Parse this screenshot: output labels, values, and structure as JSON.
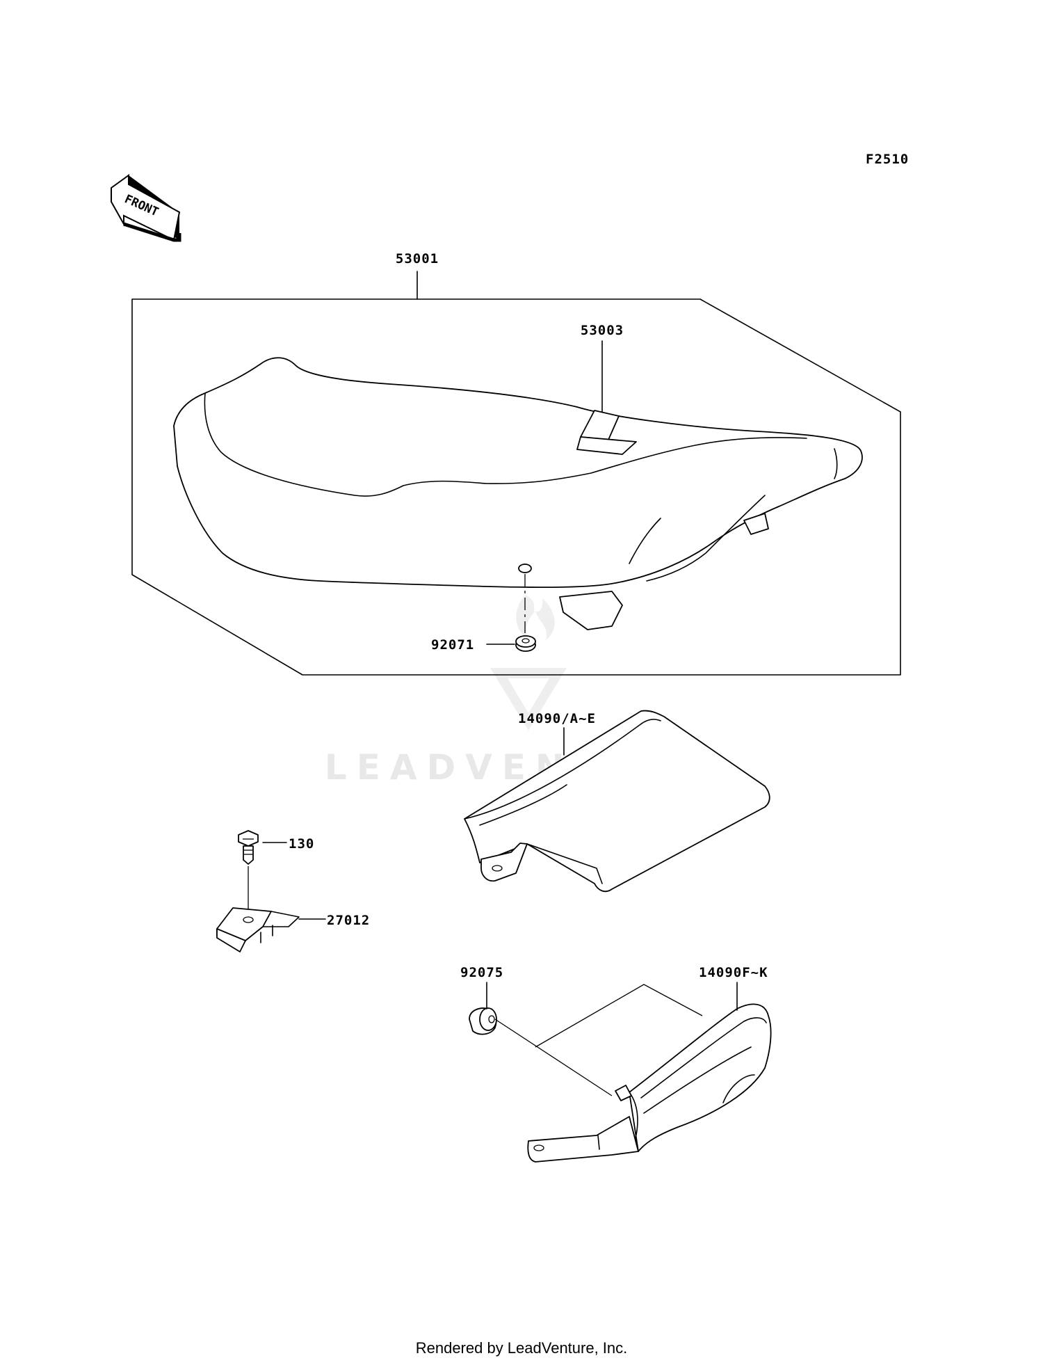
{
  "diagram_code": "F2510",
  "front_arrow_text": "FRONT",
  "watermark": "LEADVENTURE",
  "footer": "Rendered by LeadVenture, Inc.",
  "parts": {
    "seat_assembly": "53001",
    "seat_strap": "53003",
    "seat_damper": "92071",
    "cover_a": "14090/A~E",
    "bolt": "130",
    "clamp": "27012",
    "grommet": "92075",
    "cover_f": "14090F~K"
  }
}
